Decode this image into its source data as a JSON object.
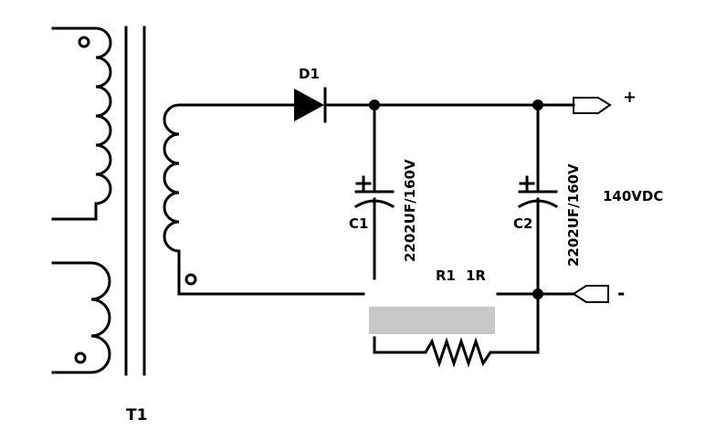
{
  "labels": {
    "transformer": "T1",
    "diode": "D1",
    "cap1_name": "C1",
    "cap1_value": "2202UF/160V",
    "cap2_name": "C2",
    "cap2_value": "2202UF/160V",
    "resistor_name": "R1",
    "resistor_value": "1R",
    "output_voltage": "140VDC",
    "plus": "+",
    "minus": "-",
    "cap_polarity": "+"
  },
  "colors": {
    "line": "#000000",
    "highlight": "#c8c8c8",
    "background": "#ffffff"
  }
}
